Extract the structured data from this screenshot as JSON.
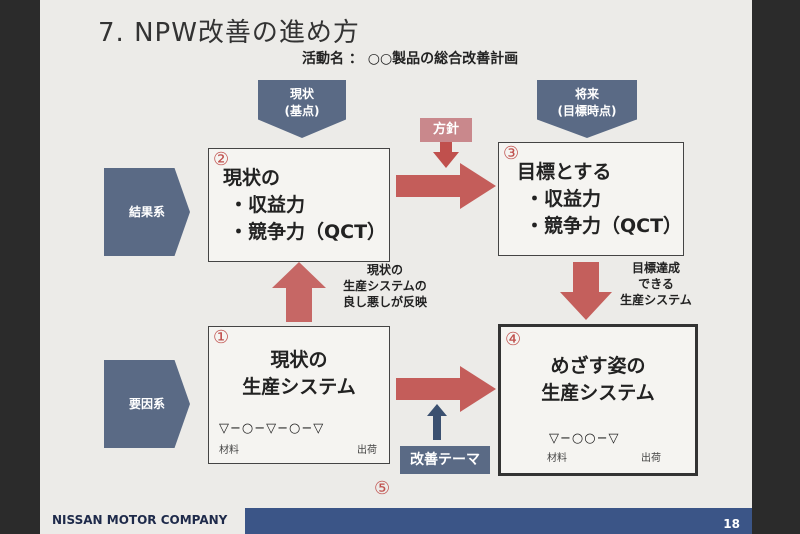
{
  "title": "7. NPW改善の進め方",
  "subtitle": "活動名 ： ○○製品の総合改善計画",
  "headers": {
    "current": [
      "現状",
      "(基点)"
    ],
    "future": [
      "将来",
      "(目標時点)"
    ]
  },
  "row_labels": {
    "result": "結果系",
    "cause": "要因系"
  },
  "policy_label": "方針",
  "box2": {
    "num": "②",
    "lines": [
      "現状の",
      "・収益力",
      "・競争力（QCT）"
    ]
  },
  "box3": {
    "num": "③",
    "lines": [
      "目標とする",
      "・収益力",
      "・競争力（QCT）"
    ]
  },
  "box1": {
    "num": "①",
    "lines": [
      "現状の",
      "生産システム"
    ],
    "sequence": "▽−○−▽−○−▽",
    "left_label": "材料",
    "right_label": "出荷"
  },
  "box4": {
    "num": "④",
    "lines": [
      "めざす姿の",
      "生産システム"
    ],
    "sequence": "▽−○○−▽",
    "left_label": "材料",
    "right_label": "出荷"
  },
  "note_reflect": [
    "現状の",
    "生産システムの",
    "良し悪しが反映"
  ],
  "note_target": [
    "目標達成",
    "できる",
    "生産システム"
  ],
  "theme_label": "改善テーマ",
  "theme_num": "⑤",
  "footer": {
    "company": "NISSAN MOTOR COMPANY",
    "page": "18"
  },
  "colors": {
    "arrow": "#c0504d",
    "navy": "#5a6a85",
    "footer": "#3b5587"
  }
}
